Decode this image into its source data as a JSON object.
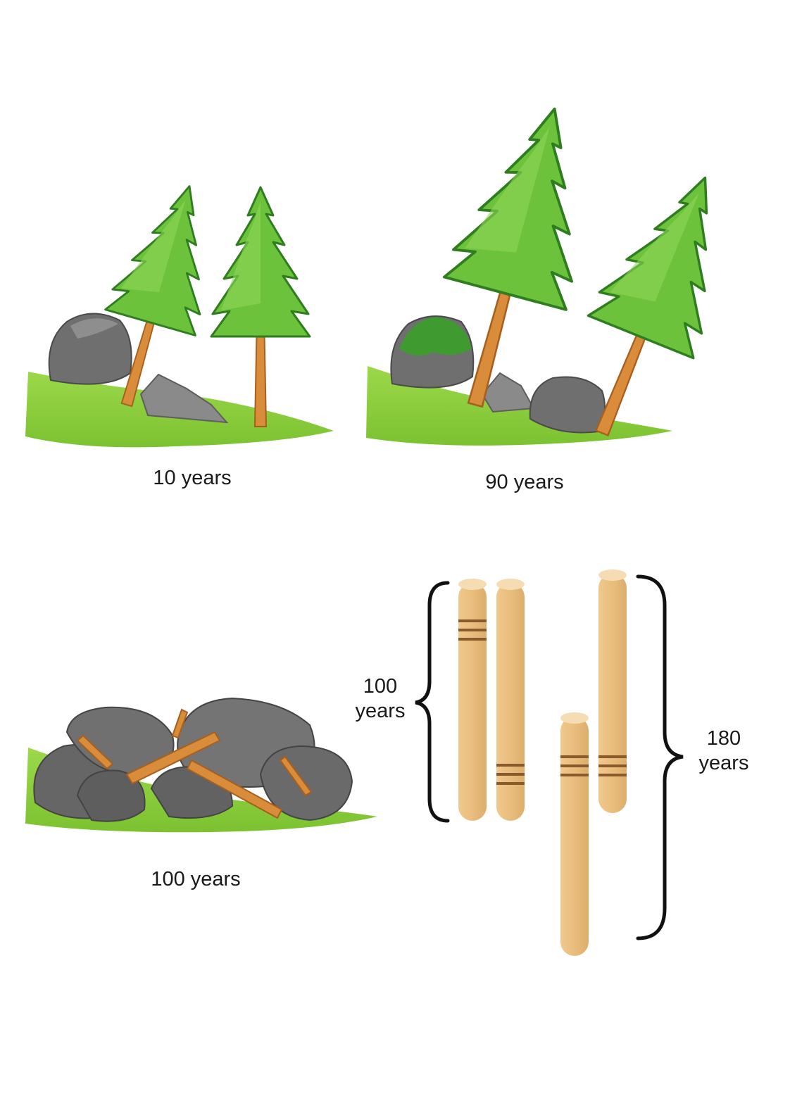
{
  "panels": [
    {
      "caption": "10 years"
    },
    {
      "caption": "90 years"
    },
    {
      "caption": "100 years"
    }
  ],
  "cores": {
    "bracket_left": {
      "line1": "100",
      "line2": "years"
    },
    "bracket_right": {
      "line1": "180",
      "line2": "years"
    }
  },
  "colors": {
    "grass": "#8ccf3e",
    "foliage": "#6cc23a",
    "foliage_outline": "#2e7d1f",
    "trunk": "#d98c3a",
    "rock": "#6f6f6f",
    "core": "#e9bd7d",
    "core_band": "#8a5a2b"
  }
}
